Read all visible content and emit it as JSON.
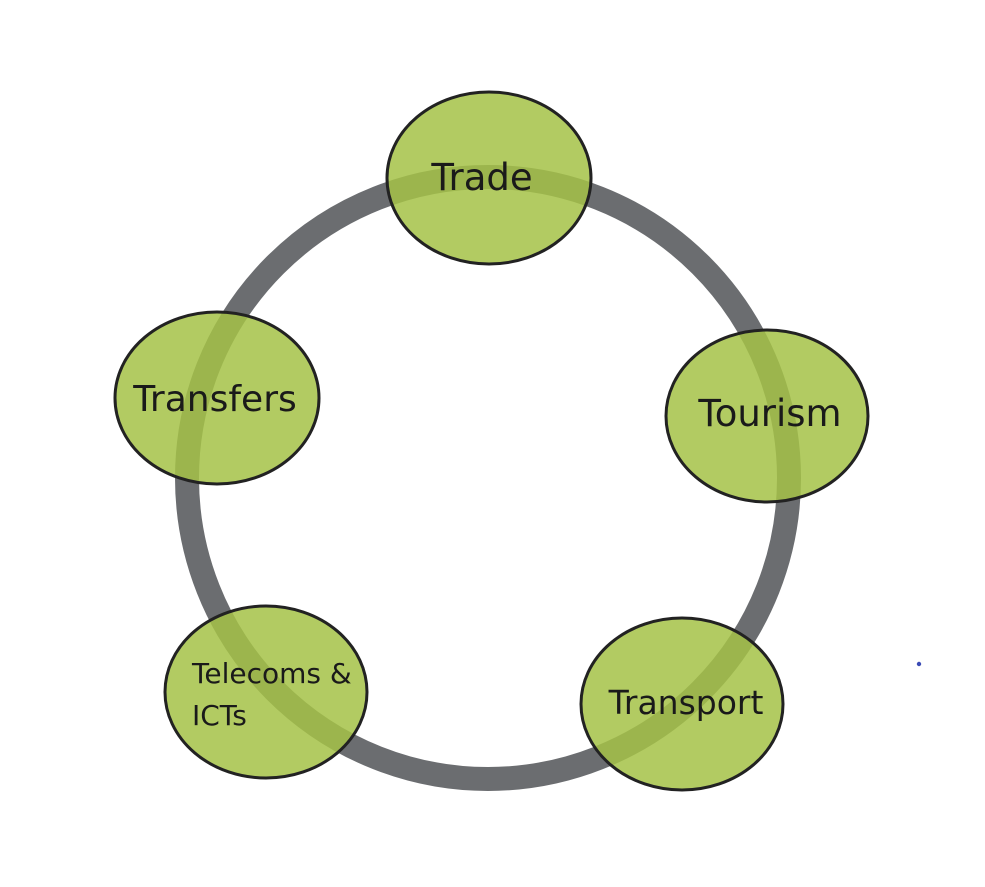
{
  "diagram": {
    "colors": {
      "ring": "#6b6d70",
      "node_fill": "#a4c246",
      "node_stroke": "#222222",
      "text": "#1a1a1a",
      "dot": "#3b4bb5"
    },
    "nodes": [
      {
        "id": "trade",
        "label_lines": [
          "Trade"
        ]
      },
      {
        "id": "tourism",
        "label_lines": [
          "Tourism"
        ]
      },
      {
        "id": "transport",
        "label_lines": [
          "Transport"
        ]
      },
      {
        "id": "telecoms",
        "label_lines": [
          "Telecoms &",
          "ICTs"
        ]
      },
      {
        "id": "transfers",
        "label_lines": [
          "Transfers"
        ]
      }
    ]
  }
}
